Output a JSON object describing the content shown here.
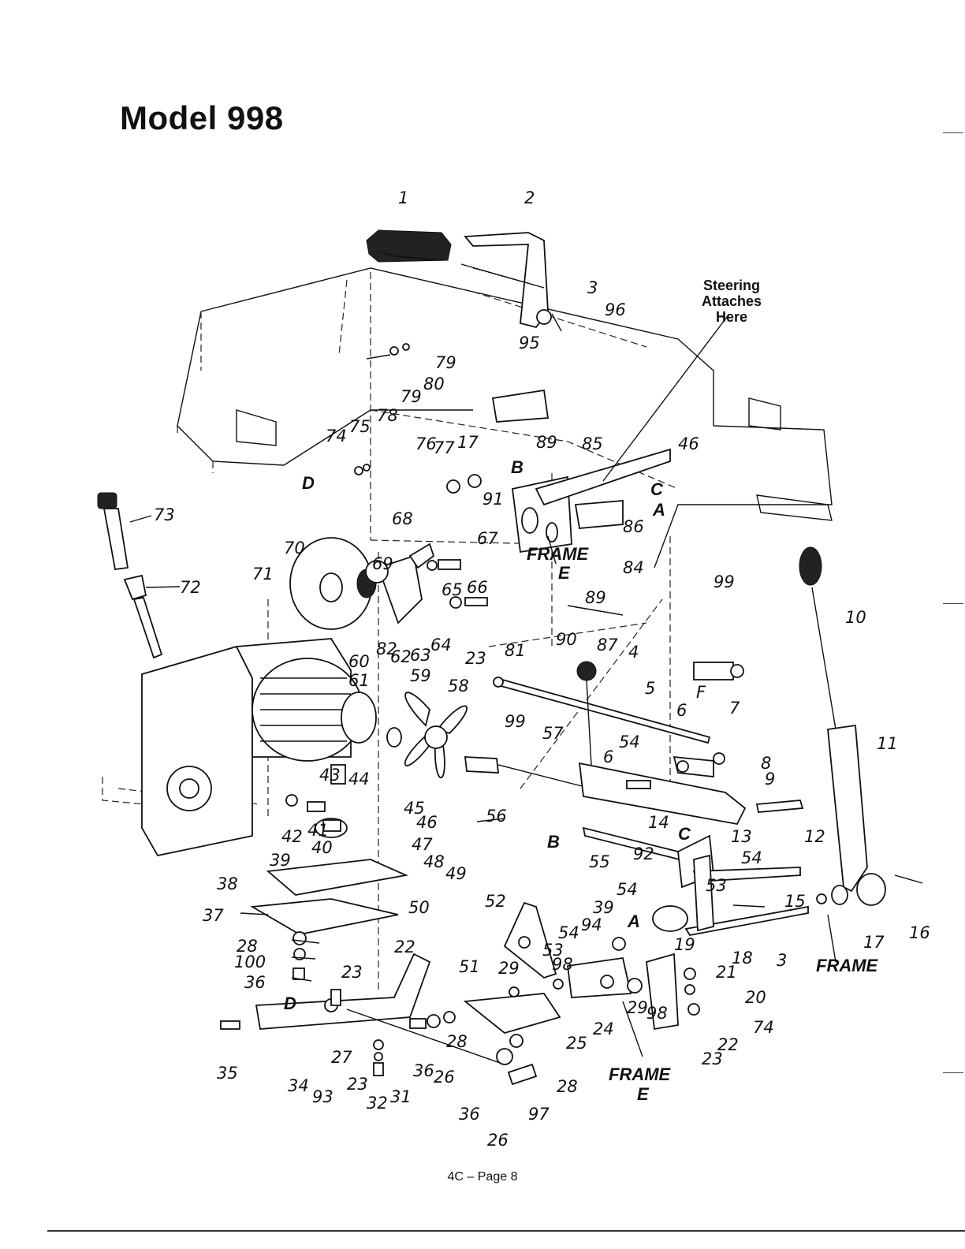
{
  "title": "Model 998",
  "footer": "4C – Page 8",
  "note": {
    "lines": [
      "Steering",
      "Attaches",
      "Here"
    ]
  },
  "frame_labels": {
    "frame_e_top": {
      "word": "FRAME",
      "letter": "E"
    },
    "frame_right": "FRAME",
    "frame_e_bottom": {
      "word": "FRAME",
      "letter": "E"
    }
  },
  "callouts": [
    {
      "id": "1",
      "text": "1"
    },
    {
      "id": "2",
      "text": "2"
    },
    {
      "id": "3a",
      "text": "3"
    },
    {
      "id": "96",
      "text": "96"
    },
    {
      "id": "95",
      "text": "95"
    },
    {
      "id": "79a",
      "text": "79"
    },
    {
      "id": "80",
      "text": "80"
    },
    {
      "id": "79b",
      "text": "79"
    },
    {
      "id": "78",
      "text": "78"
    },
    {
      "id": "46a",
      "text": "46"
    },
    {
      "id": "75",
      "text": "75"
    },
    {
      "id": "74a",
      "text": "74"
    },
    {
      "id": "Da",
      "text": "D"
    },
    {
      "id": "76",
      "text": "76"
    },
    {
      "id": "77",
      "text": "77"
    },
    {
      "id": "17a",
      "text": "17"
    },
    {
      "id": "89a",
      "text": "89"
    },
    {
      "id": "85",
      "text": "85"
    },
    {
      "id": "Ba",
      "text": "B"
    },
    {
      "id": "91",
      "text": "91"
    },
    {
      "id": "C1",
      "text": "C"
    },
    {
      "id": "A1",
      "text": "A"
    },
    {
      "id": "86",
      "text": "86"
    },
    {
      "id": "84",
      "text": "84"
    },
    {
      "id": "73",
      "text": "73"
    },
    {
      "id": "72",
      "text": "72"
    },
    {
      "id": "70",
      "text": "70"
    },
    {
      "id": "71",
      "text": "71"
    },
    {
      "id": "68",
      "text": "68"
    },
    {
      "id": "69",
      "text": "69"
    },
    {
      "id": "67",
      "text": "67"
    },
    {
      "id": "65",
      "text": "65"
    },
    {
      "id": "66",
      "text": "66"
    },
    {
      "id": "89b",
      "text": "89"
    },
    {
      "id": "99a",
      "text": "99"
    },
    {
      "id": "10",
      "text": "10"
    },
    {
      "id": "60",
      "text": "60"
    },
    {
      "id": "61",
      "text": "61"
    },
    {
      "id": "82",
      "text": "82"
    },
    {
      "id": "62",
      "text": "62"
    },
    {
      "id": "63",
      "text": "63"
    },
    {
      "id": "64",
      "text": "64"
    },
    {
      "id": "23a",
      "text": "23"
    },
    {
      "id": "81",
      "text": "81"
    },
    {
      "id": "90",
      "text": "90"
    },
    {
      "id": "87",
      "text": "87"
    },
    {
      "id": "59",
      "text": "59"
    },
    {
      "id": "58",
      "text": "58"
    },
    {
      "id": "99b",
      "text": "99"
    },
    {
      "id": "4",
      "text": "4"
    },
    {
      "id": "5",
      "text": "5"
    },
    {
      "id": "57",
      "text": "57"
    },
    {
      "id": "F",
      "text": "F"
    },
    {
      "id": "6a",
      "text": "6"
    },
    {
      "id": "7",
      "text": "7"
    },
    {
      "id": "54a",
      "text": "54"
    },
    {
      "id": "6b",
      "text": "6"
    },
    {
      "id": "8",
      "text": "8"
    },
    {
      "id": "9",
      "text": "9"
    },
    {
      "id": "11",
      "text": "11"
    },
    {
      "id": "44",
      "text": "44"
    },
    {
      "id": "43",
      "text": "43"
    },
    {
      "id": "56",
      "text": "56"
    },
    {
      "id": "45",
      "text": "45"
    },
    {
      "id": "46b",
      "text": "46"
    },
    {
      "id": "42",
      "text": "42"
    },
    {
      "id": "41",
      "text": "41"
    },
    {
      "id": "47",
      "text": "47"
    },
    {
      "id": "40",
      "text": "40"
    },
    {
      "id": "39a",
      "text": "39"
    },
    {
      "id": "48",
      "text": "48"
    },
    {
      "id": "49",
      "text": "49"
    },
    {
      "id": "14",
      "text": "14"
    },
    {
      "id": "C2",
      "text": "C"
    },
    {
      "id": "13",
      "text": "13"
    },
    {
      "id": "12",
      "text": "12"
    },
    {
      "id": "Bb",
      "text": "B"
    },
    {
      "id": "55",
      "text": "55"
    },
    {
      "id": "92",
      "text": "92"
    },
    {
      "id": "54b",
      "text": "54"
    },
    {
      "id": "38",
      "text": "38"
    },
    {
      "id": "50",
      "text": "50"
    },
    {
      "id": "37",
      "text": "37"
    },
    {
      "id": "54c",
      "text": "54"
    },
    {
      "id": "53a",
      "text": "53"
    },
    {
      "id": "15",
      "text": "15"
    },
    {
      "id": "52",
      "text": "52"
    },
    {
      "id": "39b",
      "text": "39"
    },
    {
      "id": "94",
      "text": "94"
    },
    {
      "id": "54d",
      "text": "54"
    },
    {
      "id": "A2",
      "text": "A"
    },
    {
      "id": "19",
      "text": "19"
    },
    {
      "id": "18",
      "text": "18"
    },
    {
      "id": "3b",
      "text": "3"
    },
    {
      "id": "17b",
      "text": "17"
    },
    {
      "id": "16",
      "text": "16"
    },
    {
      "id": "28a",
      "text": "28"
    },
    {
      "id": "100",
      "text": "100"
    },
    {
      "id": "22a",
      "text": "22"
    },
    {
      "id": "23b",
      "text": "23"
    },
    {
      "id": "36a",
      "text": "36"
    },
    {
      "id": "53b",
      "text": "53"
    },
    {
      "id": "29a",
      "text": "29"
    },
    {
      "id": "98a",
      "text": "98"
    },
    {
      "id": "51",
      "text": "51"
    },
    {
      "id": "21",
      "text": "21"
    },
    {
      "id": "20",
      "text": "20"
    },
    {
      "id": "29b",
      "text": "29"
    },
    {
      "id": "98b",
      "text": "98"
    },
    {
      "id": "74b",
      "text": "74"
    },
    {
      "id": "Db",
      "text": "D"
    },
    {
      "id": "24",
      "text": "24"
    },
    {
      "id": "25",
      "text": "25"
    },
    {
      "id": "22b",
      "text": "22"
    },
    {
      "id": "23c",
      "text": "23"
    },
    {
      "id": "35",
      "text": "35"
    },
    {
      "id": "28b",
      "text": "28"
    },
    {
      "id": "34",
      "text": "34"
    },
    {
      "id": "27",
      "text": "27"
    },
    {
      "id": "36b",
      "text": "36"
    },
    {
      "id": "26a",
      "text": "26"
    },
    {
      "id": "28c",
      "text": "28"
    },
    {
      "id": "93",
      "text": "93"
    },
    {
      "id": "23d",
      "text": "23"
    },
    {
      "id": "32",
      "text": "32"
    },
    {
      "id": "31",
      "text": "31"
    },
    {
      "id": "36c",
      "text": "36"
    },
    {
      "id": "97",
      "text": "97"
    },
    {
      "id": "26b",
      "text": "26"
    }
  ]
}
